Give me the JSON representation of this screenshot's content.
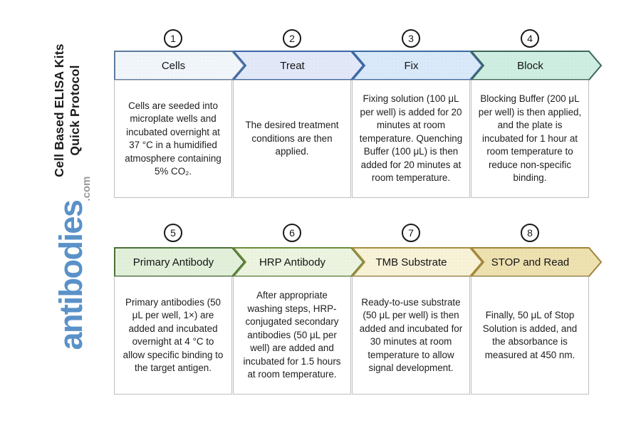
{
  "sidebar": {
    "title_line1": "Cell Based ELISA Kits",
    "title_line2": "Quick Protocol",
    "logo_text": "antibodies",
    "logo_suffix": ".com",
    "logo_color": "#5a91c8"
  },
  "steps": [
    {
      "number": "1",
      "label": "Cells",
      "description": "Cells are seeded into microplate wells and incubated overnight at 37 °C in a humidified atmosphere containing 5% CO₂.",
      "fill": "#f1f6fb",
      "border": "#5d7da0"
    },
    {
      "number": "2",
      "label": "Treat",
      "description": "The desired treatment conditions are then applied.",
      "fill": "#e2e8f8",
      "border": "#3c66a6"
    },
    {
      "number": "3",
      "label": "Fix",
      "description": "Fixing solution (100 μL per well) is added for 20 minutes at room temperature. Quenching Buffer (100 μL) is then added for 20 minutes at room temperature.",
      "fill": "#d9e9f9",
      "border": "#3c6ba6"
    },
    {
      "number": "4",
      "label": "Block",
      "description": "Blocking Buffer (200 μL per well) is then applied, and the plate is incubated for 1 hour at room temperature to reduce non-specific binding.",
      "fill": "#cfeee2",
      "border": "#3e6758"
    },
    {
      "number": "5",
      "label": "Primary Antibody",
      "description": "Primary antibodies (50 μL per well, 1×) are added and incubated overnight at 4 °C to allow specific binding to the target antigen.",
      "fill": "#e2f0da",
      "border": "#4b7037"
    },
    {
      "number": "6",
      "label": "HRP Antibody",
      "description": "After appropriate washing steps, HRP-conjugated secondary antibodies (50 μL per well) are added and incubated for 1.5 hours at room temperature.",
      "fill": "#ecf4e0",
      "border": "#6c8c3e"
    },
    {
      "number": "7",
      "label": "TMB Substrate",
      "description": "Ready-to-use substrate (50 μL per well) is then added and incubated for 30 minutes at room temperature to allow signal development.",
      "fill": "#f8f2d7",
      "border": "#a98d41"
    },
    {
      "number": "8",
      "label": "STOP and Read",
      "description": "Finally, 50 μL of Stop Solution is added, and the absorbance is measured at 450 nm.",
      "fill": "#eee1b0",
      "border": "#a1843a"
    }
  ]
}
